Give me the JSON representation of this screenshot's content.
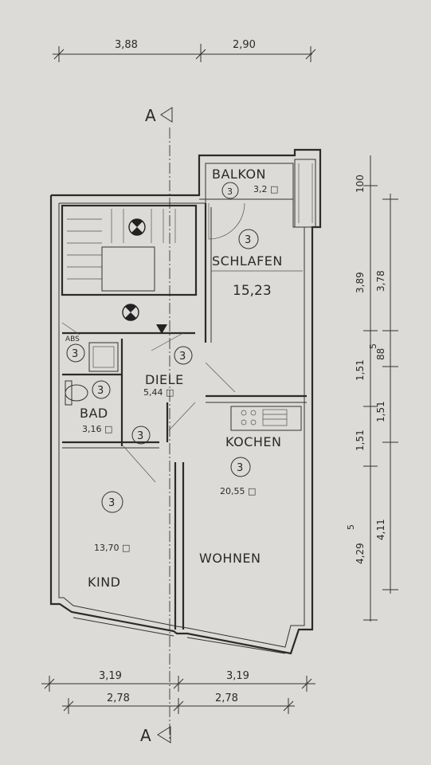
{
  "section_marker": "A",
  "dimensions": {
    "top": [
      "3,88",
      "2,90"
    ],
    "right_outer": [
      "100",
      "3,89",
      "1,51",
      "1,51",
      "4,29",
      "5"
    ],
    "right_inner": [
      "3,78",
      "88",
      "5",
      "1,51",
      "4,11"
    ],
    "bottom_upper": [
      "3,19",
      "3,19"
    ],
    "bottom_lower": [
      "2,78",
      "2,78"
    ]
  },
  "rooms": {
    "balkon": {
      "name": "BALKON",
      "area": "3,2 □"
    },
    "schlafen": {
      "name": "SCHLAFEN",
      "area": "15,23"
    },
    "abs": {
      "name": "ABS"
    },
    "diele": {
      "name": "DIELE",
      "area": "5,44 □"
    },
    "bad": {
      "name": "BAD",
      "area": "3,16 □"
    },
    "kochen": {
      "name": "KOCHEN",
      "area": "20,55 □"
    },
    "wohnen": {
      "name": "WOHNEN"
    },
    "kind": {
      "name": "KIND",
      "area": "13,70 □"
    }
  },
  "room_marker": "3"
}
